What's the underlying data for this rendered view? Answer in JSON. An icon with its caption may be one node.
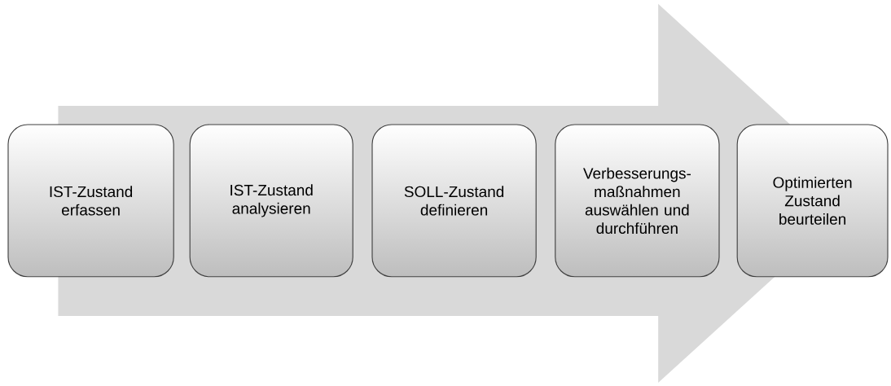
{
  "diagram": {
    "nodes": [
      {
        "text": [
          "IST-Zustand erfassen"
        ]
      },
      {
        "text": [
          "IST-Zustand analysieren"
        ]
      },
      {
        "text": [
          "SOLL-Zustand definieren"
        ]
      },
      {
        "text": [
          "Verbesserungs- maßnahmen auswählen und durchführen"
        ]
      },
      {
        "text": [
          "Optimierten Zustand beurteilen"
        ]
      }
    ],
    "edges": [
      {
        "from": 0,
        "to": 4,
        "arrow": "to"
      }
    ]
  }
}
